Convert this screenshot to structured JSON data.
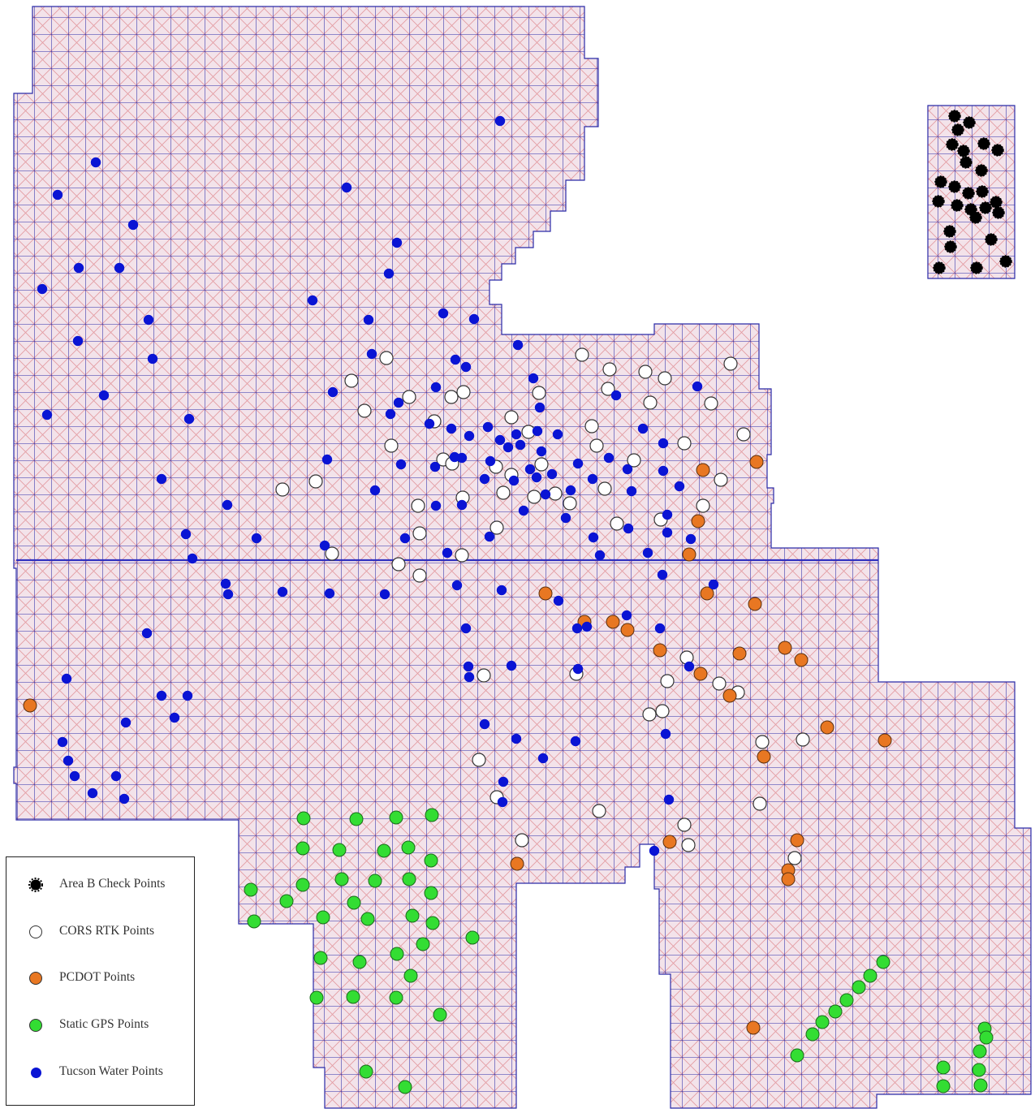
{
  "legend": {
    "items": [
      {
        "label": "Area B Check Points",
        "color": "#000000",
        "symbol": "star-dot"
      },
      {
        "label": "CORS RTK Points",
        "color": "#ffffff",
        "symbol": "circle"
      },
      {
        "label": "PCDOT Points",
        "color": "#e87722",
        "symbol": "circle"
      },
      {
        "label": "Static GPS Points",
        "color": "#33dd33",
        "symbol": "circle"
      },
      {
        "label": "Tucson Water Points",
        "color": "#0a14d4",
        "symbol": "dot"
      }
    ]
  },
  "style": {
    "grid_line": "#2a2aa8",
    "hatch_line": "#e39aa0",
    "tile_fill": "#f3e3ea"
  }
}
